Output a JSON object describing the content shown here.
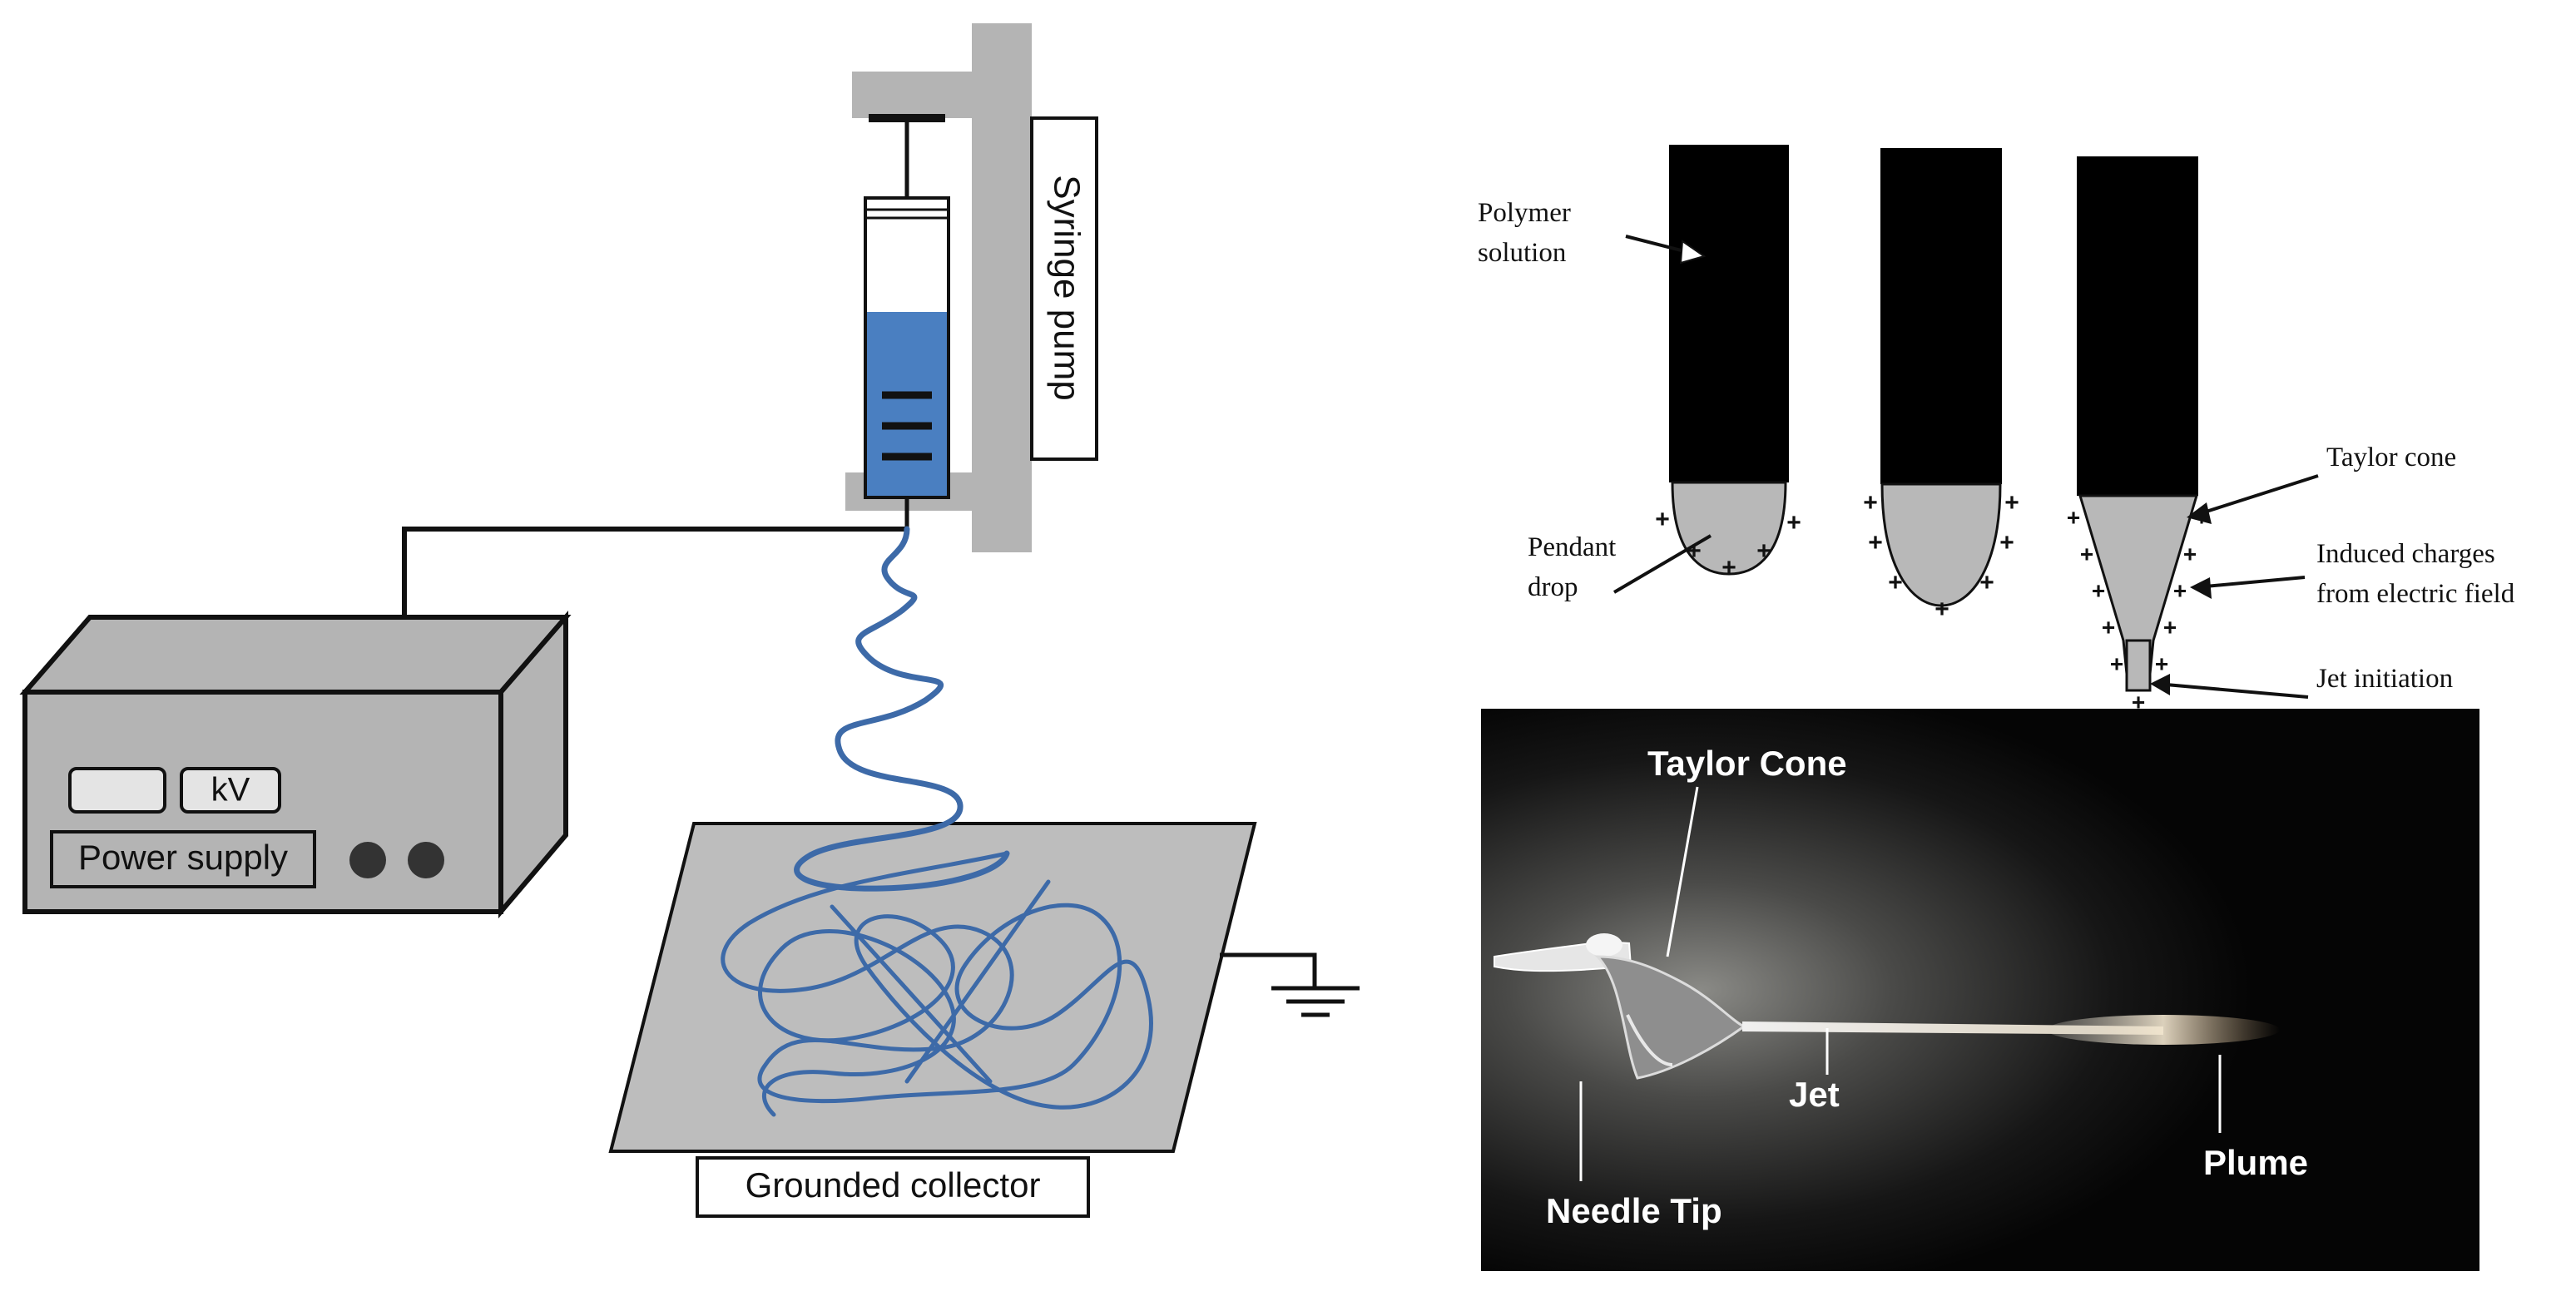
{
  "setup": {
    "syringe_pump_label": "Syringe pump",
    "kv_label": "kV",
    "power_supply_label": "Power supply",
    "grounded_collector_label": "Grounded collector"
  },
  "mechanism": {
    "polymer_solution_line1": "Polymer",
    "polymer_solution_line2": "solution",
    "pendant_drop_line1": "Pendant",
    "pendant_drop_line2": "drop",
    "taylor_cone": "Taylor cone",
    "induced_charges_line1": "Induced charges",
    "induced_charges_line2": "from electric field",
    "jet_initiation": "Jet initiation",
    "charge_symbol": "+"
  },
  "photo": {
    "taylor_cone": "Taylor Cone",
    "jet": "Jet",
    "needle_tip": "Needle Tip",
    "plume": "Plume"
  },
  "colors": {
    "solution_blue": "#4a7fc1",
    "fiber_blue": "#3d6aa8",
    "panel_gray": "#b4b4b4",
    "drop_gray": "#b8b8b8",
    "photo_bg": "#0d0d0d"
  }
}
